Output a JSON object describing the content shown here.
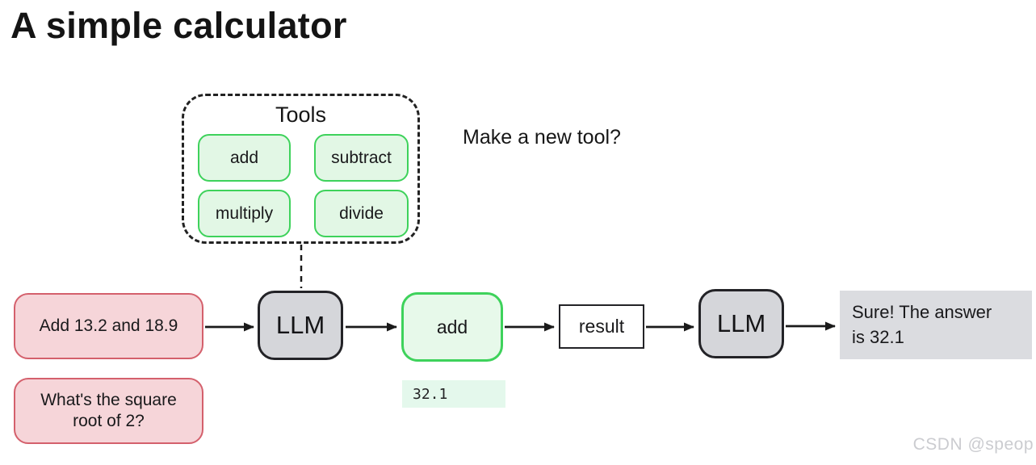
{
  "title": "A simple calculator",
  "annotation": "Make a new tool?",
  "tools_panel": {
    "label": "Tools",
    "tools": [
      {
        "label": "add"
      },
      {
        "label": "subtract"
      },
      {
        "label": "multiply"
      },
      {
        "label": "divide"
      }
    ]
  },
  "flow": {
    "prompt1": "Add 13.2 and 18.9",
    "prompt2": "What's the square root of 2?",
    "llm1": "LLM",
    "tool_call": "add",
    "tool_output": "32.1",
    "result": "result",
    "response": {
      "line1": "Sure! The answer",
      "line2": "is 32.1"
    }
  },
  "colors": {
    "green_border": "#3ed25b",
    "green_fill": "#e2f7e5",
    "green_output_fill": "#e4f8ec",
    "pink_border": "#d4606c",
    "pink_fill": "#f6d5d9",
    "gray_node_fill": "#d5d6da",
    "gray_response_fill": "#dbdce0",
    "line_color": "#1a1a1a",
    "watermark_color": "#cbccd0"
  },
  "watermark": "CSDN @speop"
}
